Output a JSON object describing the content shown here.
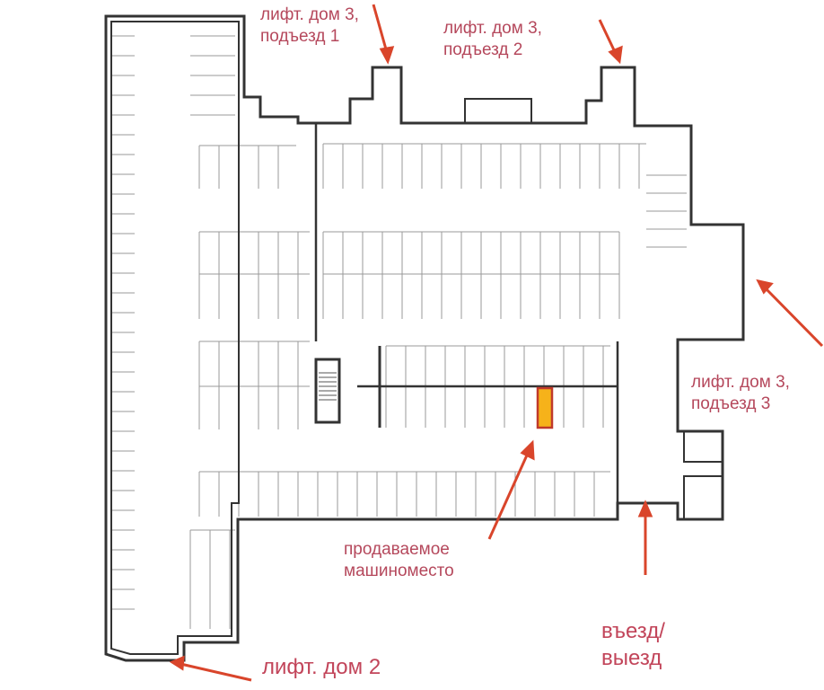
{
  "colors": {
    "wall": "#333333",
    "lines": "#9a9a9a",
    "annotation_text": "#b5485c",
    "arrow": "#d9452b",
    "highlight_fill": "#f6b21a",
    "highlight_border": "#c0392b"
  },
  "annotations": {
    "lift_house3_entrance1": "лифт. дом 3,\nподъезд 1",
    "lift_house3_entrance2": "лифт. дом 3,\nподъезд 2",
    "lift_house3_entrance3": "лифт. дом 3,\nподъезд 3",
    "lift_house2": "лифт. дом 2",
    "parking_for_sale": "продаваемое\nмашиноместо",
    "entry_exit": "въезд/\nвыезд"
  }
}
